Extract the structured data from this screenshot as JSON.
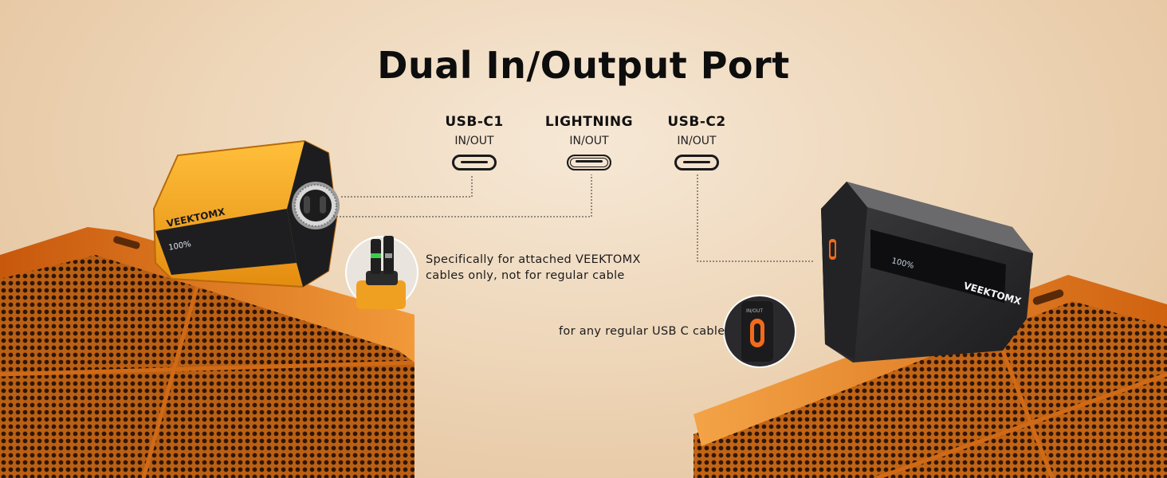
{
  "title": "Dual In/Output Port",
  "ports": [
    {
      "name": "USB-C1",
      "mode": "IN/OUT",
      "icon": "usb-c-port-icon"
    },
    {
      "name": "LIGHTNING",
      "mode": "IN/OUT",
      "icon": "lightning-port-icon"
    },
    {
      "name": "USB-C2",
      "mode": "IN/OUT",
      "icon": "usb-c-port-icon"
    }
  ],
  "notes": {
    "attached_line1": "Specifically for attached VEEKTOMX",
    "attached_line2": "cables only, not for regular cable",
    "regular": "for any regular USB C cable"
  },
  "brand": {
    "logo_left": "VEEKTOMX",
    "logo_right": "VEEKTOMX",
    "display_left": "100%",
    "display_right": "100%",
    "label_small": "IN/OUT"
  },
  "colors": {
    "background": "#ecd2b2",
    "shelf_orange": "#e47a1a",
    "device_yellow": "#f2a41a",
    "device_dark": "#2b2b2d",
    "port_accent": "#f26a1b"
  }
}
